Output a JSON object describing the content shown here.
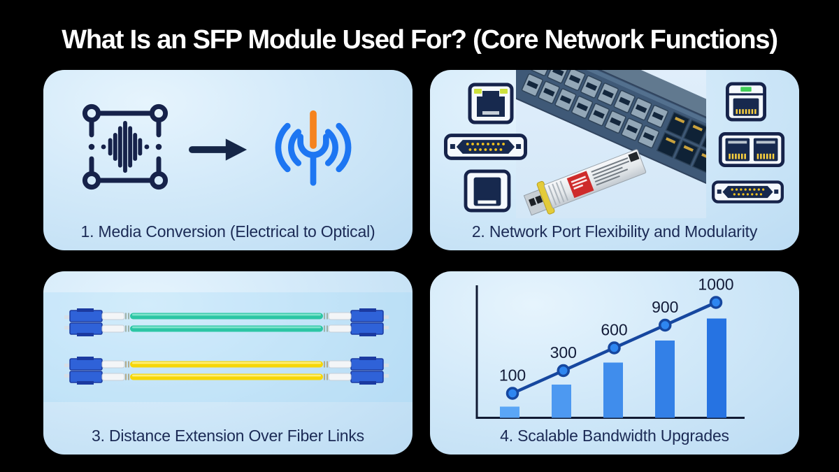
{
  "title": "What Is an SFP Module Used For? (Core Network Functions)",
  "panels": [
    {
      "id": "media-conversion",
      "caption": "1. Media Conversion (Electrical to Optical)"
    },
    {
      "id": "port-flexibility",
      "caption": "2. Network Port Flexibility and Modularity"
    },
    {
      "id": "distance-extension",
      "caption": "3. Distance Extension Over Fiber Links"
    },
    {
      "id": "bandwidth-upgrades",
      "caption": "4. Scalable Bandwidth Upgrades"
    }
  ],
  "icons": {
    "electrical-signal-icon": "waveform inside square frame with corner nodes",
    "conversion-arrow-icon": "right arrow",
    "optical-transmitter-icon": "antenna with orange element and blue signal arcs",
    "rj45-port-icon": "ethernet jack with two status LEDs",
    "db15-connector-icon": "D-sub serial connector with pin field",
    "usb-b-port-icon": "square peripheral port",
    "ethernet-led-port-icon": "ethernet port with green link LED",
    "dual-rj45-port-icon": "two ethernet jacks in one bezel",
    "sfp-module-photo": "SFP transceiver, white body, red label, yellow bale clasp",
    "network-switch-photo": "switch front panel with SFP cages and RJ45 ports",
    "fiber-cable-teal": "duplex LC fiber patch cable, aqua jacket",
    "fiber-cable-yellow": "duplex LC fiber patch cable, yellow jacket"
  },
  "colors": {
    "background": "#000000",
    "panel_light": "#e6f4fd",
    "panel_dark": "#bcdcf3",
    "caption_text": "#1b2a55",
    "icon_navy": "#16224a",
    "accent_orange": "#f5831f",
    "accent_blue": "#1d76f2",
    "fiber_teal": "#2cc6a4",
    "fiber_yellow": "#f6d608",
    "connector_blue": "#2f62d8",
    "chart_line": "#16479f",
    "chart_marker": "#2e86f0",
    "chart_label": "#121b38",
    "chart_bar_start": "#5aa6f6",
    "chart_bar_end": "#2673e2"
  },
  "chart_data": {
    "type": "combo-bar-line",
    "x": [
      1,
      2,
      3,
      4,
      5
    ],
    "series": [
      {
        "name": "bandwidth-bars",
        "type": "bar",
        "values": [
          100,
          300,
          600,
          900,
          1000
        ]
      },
      {
        "name": "bandwidth-trend",
        "type": "line",
        "values": [
          100,
          300,
          600,
          900,
          1000
        ],
        "point_labels": [
          "100",
          "300",
          "600",
          "900",
          "1000"
        ]
      }
    ],
    "title": "Scalable Bandwidth Upgrades",
    "xlabel": "",
    "ylabel": "",
    "grid": false,
    "legend": "none",
    "axis_ticks": "none",
    "note": "stylized growth chart; bar and marker heights rise linearly step by step"
  }
}
